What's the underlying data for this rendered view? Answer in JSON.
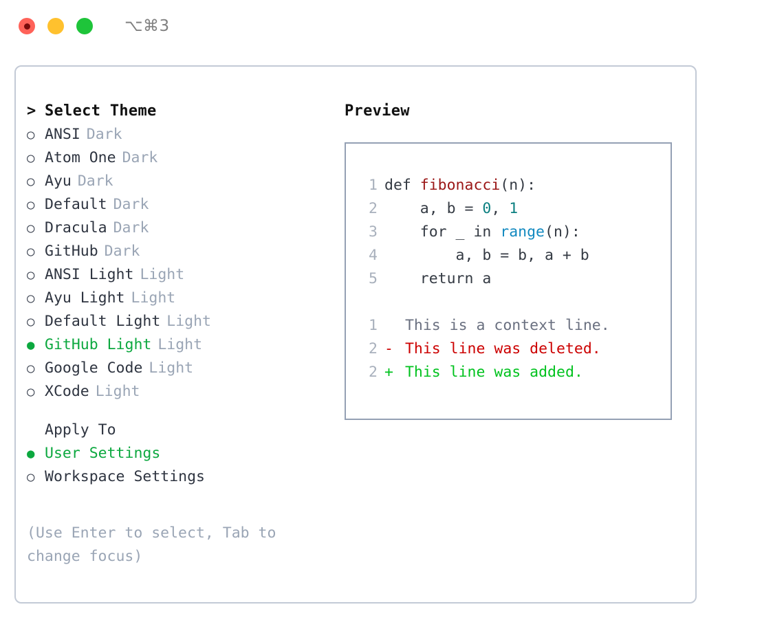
{
  "window": {
    "title_shortcut": "⌥⌘3",
    "traffic_lights": [
      {
        "name": "close-button",
        "color": "#ff6259"
      },
      {
        "name": "minimize-button",
        "color": "#ffc12e"
      },
      {
        "name": "maximize-button",
        "color": "#1ec43a"
      }
    ]
  },
  "colors": {
    "selected_green": "#0ca83f",
    "muted_gray": "#9aa5b5",
    "panel_border": "#c3cad6",
    "preview_border": "#94a0b4",
    "diff_add": "#00c21e",
    "diff_del": "#cc0000",
    "code_func": "#9a1616",
    "code_num": "#0b7f80",
    "code_builtin": "#1289c0"
  },
  "theme_picker": {
    "heading_marker": ">",
    "heading": "Select Theme",
    "marker_unselected": "○",
    "marker_selected": "●",
    "items": [
      {
        "marker": "○",
        "name": "ANSI",
        "variant": "Dark",
        "selected": false
      },
      {
        "marker": "○",
        "name": "Atom One",
        "variant": "Dark",
        "selected": false
      },
      {
        "marker": "○",
        "name": "Ayu",
        "variant": "Dark",
        "selected": false
      },
      {
        "marker": "○",
        "name": "Default",
        "variant": "Dark",
        "selected": false
      },
      {
        "marker": "○",
        "name": "Dracula",
        "variant": "Dark",
        "selected": false
      },
      {
        "marker": "○",
        "name": "GitHub",
        "variant": "Dark",
        "selected": false
      },
      {
        "marker": "○",
        "name": "ANSI Light",
        "variant": "Light",
        "selected": false
      },
      {
        "marker": "○",
        "name": "Ayu Light",
        "variant": "Light",
        "selected": false
      },
      {
        "marker": "○",
        "name": "Default Light",
        "variant": "Light",
        "selected": false
      },
      {
        "marker": "●",
        "name": "GitHub Light",
        "variant": "Light",
        "selected": true
      },
      {
        "marker": "○",
        "name": "Google Code",
        "variant": "Light",
        "selected": false
      },
      {
        "marker": "○",
        "name": "XCode",
        "variant": "Light",
        "selected": false
      }
    ]
  },
  "apply_to": {
    "label": "Apply To",
    "options": [
      {
        "marker": "●",
        "label": "User Settings",
        "selected": true
      },
      {
        "marker": "○",
        "label": "Workspace Settings",
        "selected": false
      }
    ]
  },
  "hint": "(Use Enter to select, Tab to change focus)",
  "preview": {
    "title": "Preview",
    "code_lines": [
      {
        "lineno": "1",
        "tokens": [
          {
            "t": "def ",
            "k": "plain"
          },
          {
            "t": "fibonacci",
            "k": "func"
          },
          {
            "t": "(n):",
            "k": "plain"
          }
        ]
      },
      {
        "lineno": "2",
        "tokens": [
          {
            "t": "    a, b = ",
            "k": "plain"
          },
          {
            "t": "0",
            "k": "num"
          },
          {
            "t": ", ",
            "k": "plain"
          },
          {
            "t": "1",
            "k": "num"
          }
        ]
      },
      {
        "lineno": "3",
        "tokens": [
          {
            "t": "    for _ in ",
            "k": "plain"
          },
          {
            "t": "range",
            "k": "builtin"
          },
          {
            "t": "(n):",
            "k": "plain"
          }
        ]
      },
      {
        "lineno": "4",
        "tokens": [
          {
            "t": "        a, b = b, a + b",
            "k": "plain"
          }
        ]
      },
      {
        "lineno": "5",
        "tokens": [
          {
            "t": "    return a",
            "k": "plain"
          }
        ]
      }
    ],
    "diff_lines": [
      {
        "lineno": "1",
        "sign": " ",
        "text": " This is a context line.",
        "kind": "context"
      },
      {
        "lineno": "2",
        "sign": "-",
        "text": " This line was deleted.",
        "kind": "del"
      },
      {
        "lineno": "2",
        "sign": "+",
        "text": " This line was added.",
        "kind": "add"
      }
    ]
  }
}
